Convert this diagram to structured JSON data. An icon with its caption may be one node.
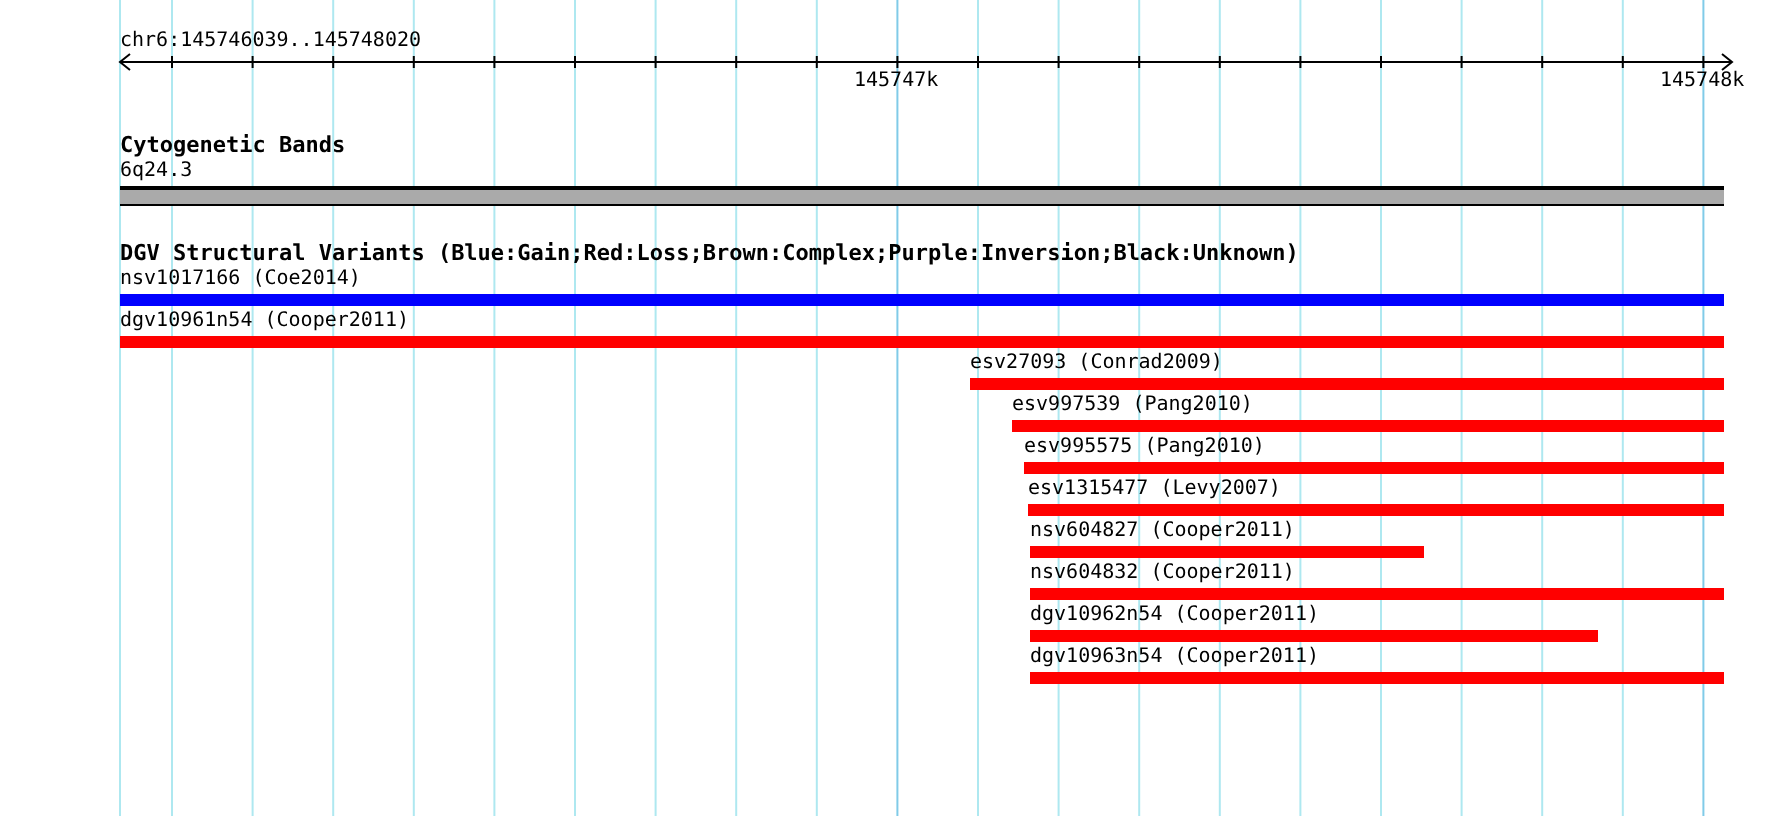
{
  "diagram": {
    "nodes": [
      {
        "text": [
          "6q24.3"
        ]
      },
      {
        "text": [
          "nsv1017166 (Coe2014)"
        ]
      },
      {
        "text": [
          "dgv10961n54 (Cooper2011)"
        ]
      },
      {
        "text": [
          "esv27093 (Conrad2009)"
        ]
      },
      {
        "text": [
          "esv997539 (Pang2010)"
        ]
      },
      {
        "text": [
          "esv995575 (Pang2010)"
        ]
      },
      {
        "text": [
          "esv1315477 (Levy2007)"
        ]
      },
      {
        "text": [
          "nsv604827 (Cooper2011)"
        ]
      },
      {
        "text": [
          "nsv604832 (Cooper2011)"
        ]
      },
      {
        "text": [
          "dgv10962n54 (Cooper2011)"
        ]
      },
      {
        "text": [
          "dgv10963n54 (Cooper2011)"
        ]
      }
    ],
    "labels": [
      "chr6:145746039..145748020",
      "145747k",
      "145748k",
      "Cytogenetic Bands",
      "DGV Structural Variants (Blue:Gain;Red:Loss;Brown:Complex;Purple:Inversion;Black:Unknown)"
    ]
  }
}
